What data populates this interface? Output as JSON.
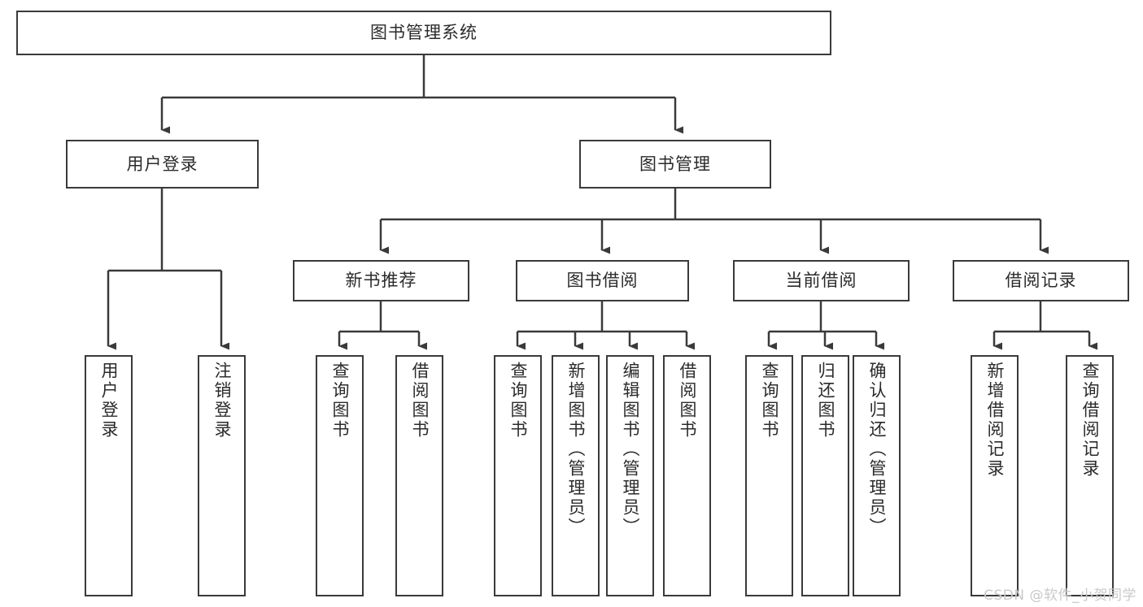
{
  "diagram": {
    "type": "hierarchy-tree",
    "title": "图书管理系统",
    "orientation": "top-down",
    "arrow_color": "#3a3a3a",
    "box_border_color": "#3a3a3a",
    "box_fill_color": "#ffffff",
    "text_color": "#2b2b2b"
  },
  "nodes": {
    "root": {
      "label": "图书管理系统",
      "level": 0
    },
    "level1": [
      {
        "label": "用户登录",
        "level": 1
      },
      {
        "label": "图书管理",
        "level": 1
      }
    ],
    "level2": [
      {
        "label": "新书推荐",
        "level": 2
      },
      {
        "label": "图书借阅",
        "level": 2
      },
      {
        "label": "当前借阅",
        "level": 2
      },
      {
        "label": "借阅记录",
        "level": 2
      }
    ],
    "leaves": {
      "user_login": [
        {
          "label": "用户登录"
        },
        {
          "label": "注销登录"
        }
      ],
      "new_book_recommend": [
        {
          "label": "查询图书"
        },
        {
          "label": "借阅图书"
        }
      ],
      "book_borrow": [
        {
          "label": "查询图书"
        },
        {
          "label": "新增图书（管理员）"
        },
        {
          "label": "编辑图书（管理员）"
        },
        {
          "label": "借阅图书"
        }
      ],
      "current_borrow": [
        {
          "label": "查询图书"
        },
        {
          "label": "归还图书"
        },
        {
          "label": "确认归还（管理员）"
        }
      ],
      "borrow_records": [
        {
          "label": "新增借阅记录"
        },
        {
          "label": "查询借阅记录"
        }
      ]
    }
  },
  "watermark": {
    "text": "CSDN @软件_小贺同学"
  }
}
